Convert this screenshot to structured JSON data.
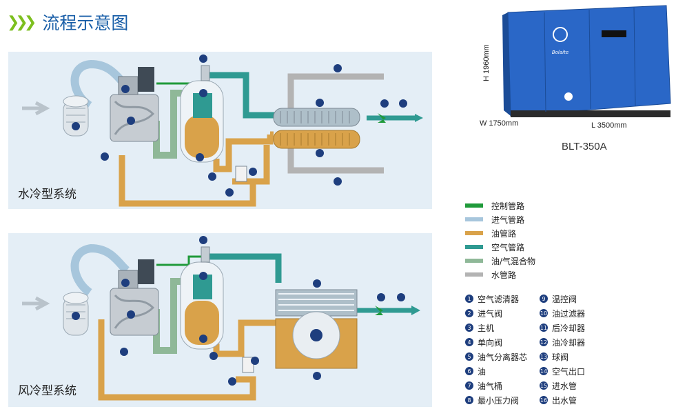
{
  "header": {
    "title": "流程示意图"
  },
  "systems": [
    {
      "label": "水冷型系统"
    },
    {
      "label": "风冷型系统"
    }
  ],
  "product": {
    "height_label": "H 1960mm",
    "width_label": "W 1750mm",
    "length_label": "L 3500mm",
    "model": "BLT-350A",
    "brand": "Bolaite"
  },
  "legend": [
    {
      "label": "控制管路",
      "color": "#1f9a3a"
    },
    {
      "label": "进气管路",
      "color": "#a7c6dc"
    },
    {
      "label": "油管路",
      "color": "#d9a24a"
    },
    {
      "label": "空气管路",
      "color": "#2f9a92"
    },
    {
      "label": "油/气混合物",
      "color": "#8fb898"
    },
    {
      "label": "水管路",
      "color": "#b3b3b3"
    }
  ],
  "components": [
    {
      "num": "1",
      "label": "空气滤清器"
    },
    {
      "num": "9",
      "label": "温控阀"
    },
    {
      "num": "2",
      "label": "进气阀"
    },
    {
      "num": "10",
      "label": "油过滤器"
    },
    {
      "num": "3",
      "label": "主机"
    },
    {
      "num": "11",
      "label": "后冷却器"
    },
    {
      "num": "4",
      "label": "单向阀"
    },
    {
      "num": "12",
      "label": "油冷却器"
    },
    {
      "num": "5",
      "label": "油气分离器芯"
    },
    {
      "num": "13",
      "label": "球阀"
    },
    {
      "num": "6",
      "label": "油"
    },
    {
      "num": "14",
      "label": "空气出口"
    },
    {
      "num": "7",
      "label": "油气桶"
    },
    {
      "num": "15",
      "label": "进水管"
    },
    {
      "num": "8",
      "label": "最小压力阀"
    },
    {
      "num": "16",
      "label": "出水管"
    }
  ]
}
